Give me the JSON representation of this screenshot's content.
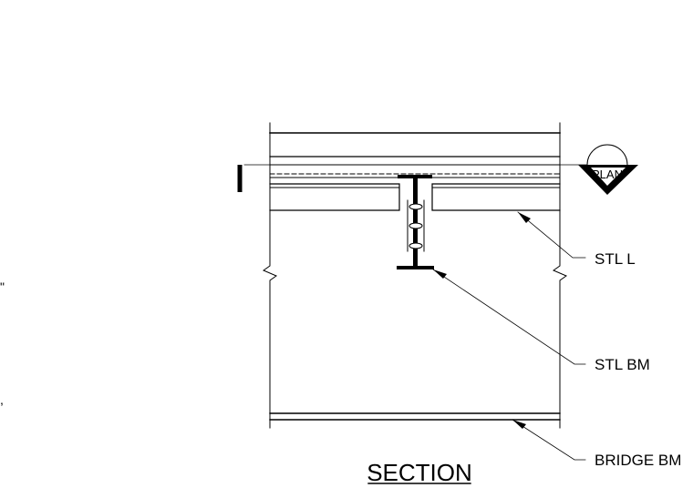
{
  "drawing": {
    "title": "SECTION",
    "callouts": {
      "stl_l": "STL L",
      "stl_bm": "STL BM",
      "bridge_bm": "BRIDGE BM"
    },
    "section_marker": {
      "text": "PLAN"
    },
    "edge_marks": {
      "upper": "\"",
      "lower": ","
    }
  }
}
